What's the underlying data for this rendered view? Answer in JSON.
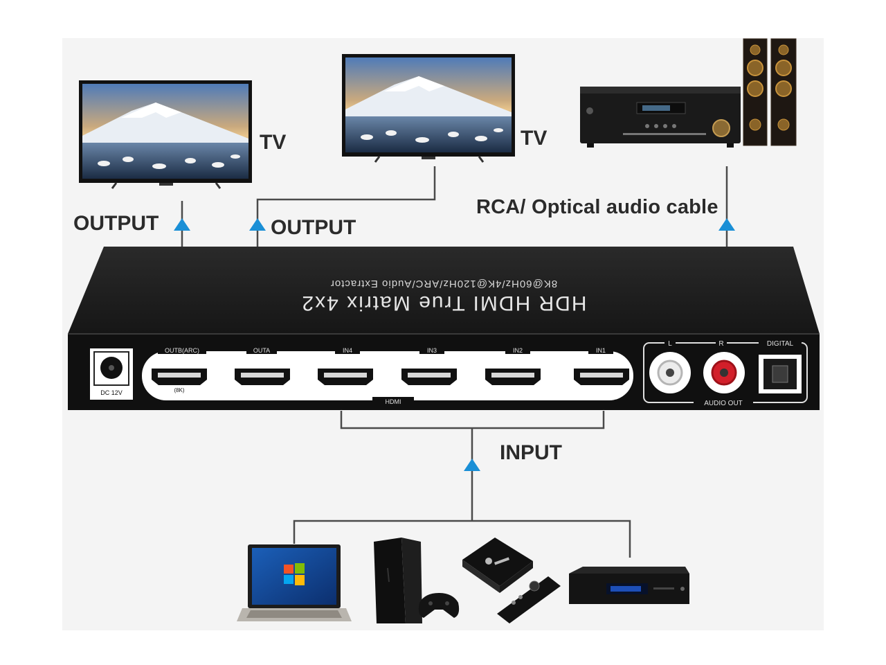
{
  "labels": {
    "tv_left": "TV",
    "tv_center": "TV",
    "output_left": "OUTPUT",
    "output_center": "OUTPUT",
    "audio_cable": "RCA/ Optical audio cable",
    "input": "INPUT"
  },
  "device": {
    "title": "HDR HDMI True Matrix 4x2",
    "subtitle": "8K@60Hz/4K@120Hz/ARC/Audio Extractor",
    "power_label": "DC 12V",
    "hdmi_group_label": "HDMI",
    "ports": [
      {
        "label": "OUTB(ARC)",
        "sub": "(8K)"
      },
      {
        "label": "OUTA",
        "sub": ""
      },
      {
        "label": "IN4",
        "sub": ""
      },
      {
        "label": "IN3",
        "sub": ""
      },
      {
        "label": "IN2",
        "sub": ""
      },
      {
        "label": "IN1",
        "sub": ""
      }
    ],
    "audio": {
      "left": "L",
      "right": "R",
      "digital": "DIGITAL",
      "group_label": "AUDIO OUT"
    }
  },
  "colors": {
    "arrow": "#1a8fd6",
    "device_body": "#1c1c1c",
    "panel_face": "#111111",
    "line": "#4a4a4a"
  },
  "icons": {
    "source_devices": [
      "laptop-icon",
      "game-console-icon",
      "streaming-box-icon",
      "blu-ray-player-icon"
    ],
    "outputs": [
      "tv-icon",
      "tv-icon",
      "av-receiver-icon",
      "speaker-icon"
    ]
  }
}
